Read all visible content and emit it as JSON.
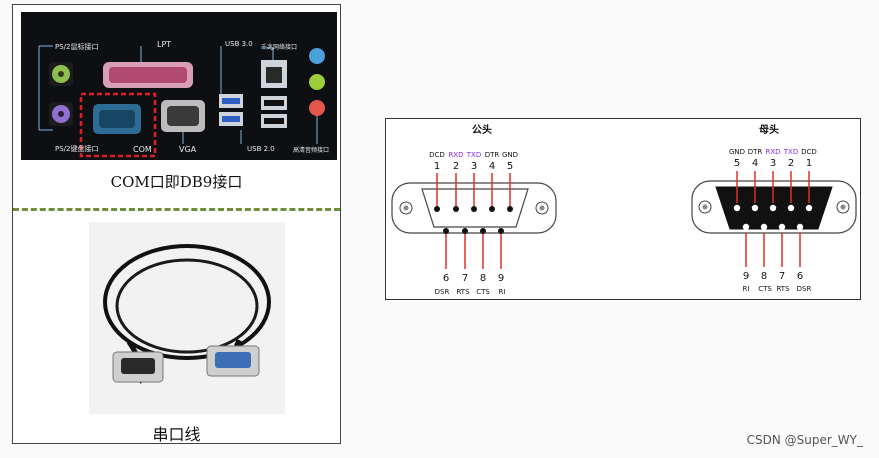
{
  "left": {
    "ports": {
      "ps2_mouse": "PS/2鼠标接口",
      "lpt": "LPT",
      "usb30": "USB 3.0",
      "gigabit_lan": "千兆网络接口",
      "ps2_keyboard": "PS/2键盘接口",
      "com": "COM",
      "vga": "VGA",
      "usb20": "USB 2.0",
      "audio": "高清音频接口"
    },
    "caption_top": "COM口即DB9接口",
    "caption_bottom": "串口线"
  },
  "right": {
    "male": {
      "title": "公头",
      "top_signals": [
        "DCD",
        "RXD",
        "TXD",
        "DTR",
        "GND"
      ],
      "top_numbers": [
        "1",
        "2",
        "3",
        "4",
        "5"
      ],
      "bottom_numbers": [
        "6",
        "7",
        "8",
        "9"
      ],
      "bottom_signals": [
        "DSR",
        "RTS",
        "CTS",
        "RI"
      ]
    },
    "female": {
      "title": "母头",
      "top_signals": [
        "GND",
        "DTR",
        "RXD",
        "TXD",
        "DCD"
      ],
      "top_numbers": [
        "5",
        "4",
        "3",
        "2",
        "1"
      ],
      "bottom_numbers": [
        "9",
        "8",
        "7",
        "6"
      ],
      "bottom_signals": [
        "RI",
        "CTS",
        "RTS",
        "DSR"
      ]
    }
  },
  "colors": {
    "pin_line": "#e0302a",
    "purple_signal": "#8a2be2",
    "highlight_box": "#e02020",
    "divider": "#6d8f3a"
  },
  "watermark": "CSDN @Super_WY_"
}
